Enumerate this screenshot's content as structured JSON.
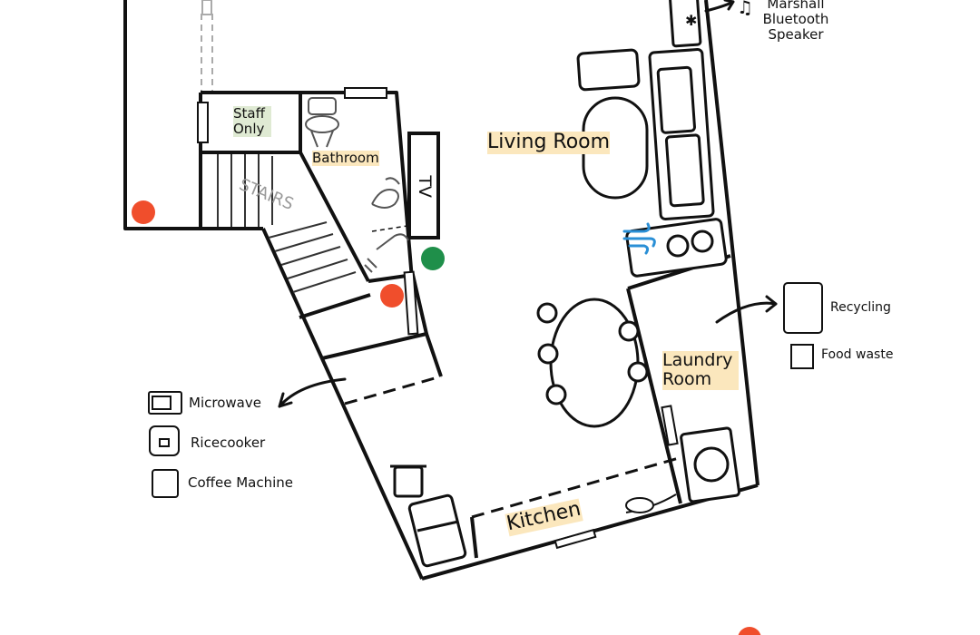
{
  "rooms": {
    "living_room": "Living Room",
    "bathroom": "Bathroom",
    "staff_only": "Staff Only",
    "laundry_room": "Laundry Room",
    "kitchen": "Kitchen",
    "stairs": "STAIRS",
    "tv": "TV"
  },
  "appliances": {
    "speaker": "Marshall Bluetooth Speaker",
    "microwave": "Microwave",
    "ricecooker": "Ricecooker",
    "coffee_machine": "Coffee Machine",
    "recycling": "Recycling",
    "food_waste": "Food waste"
  },
  "colors": {
    "red_marker": "#f04e2c",
    "green_marker": "#1f8f4a",
    "label_highlight": "#fbe7bd",
    "staff_highlight": "#dfead3",
    "fan_blue": "#2a8fd6"
  }
}
